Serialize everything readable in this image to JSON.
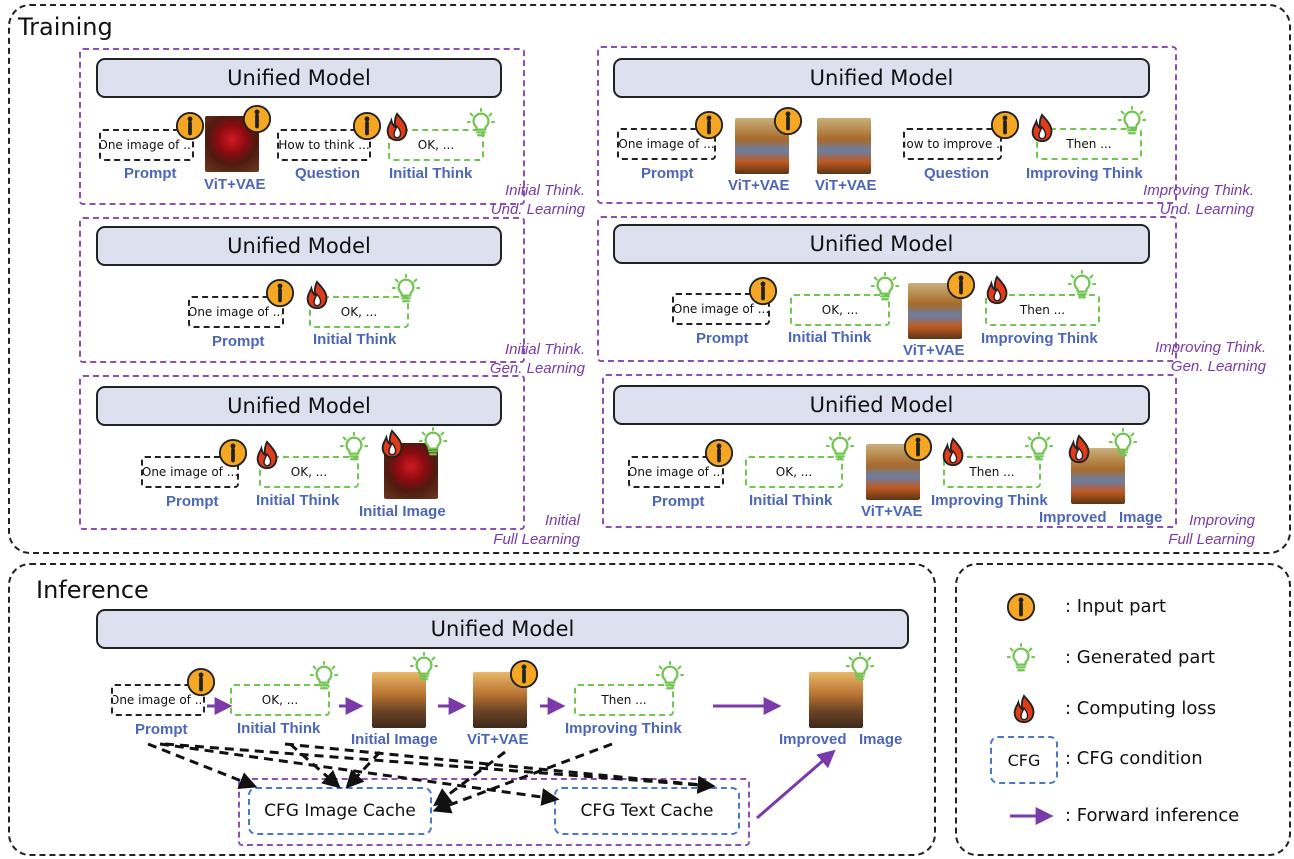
{
  "sections": {
    "training": "Training",
    "inference": "Inference"
  },
  "model_label": "Unified Model",
  "training": {
    "initial_und": {
      "tag": "Initial Think.\nUnd. Learning",
      "prompt_text": "One image of ...",
      "prompt_label": "Prompt",
      "vit_label": "ViT+VAE",
      "question_text": "How to think ...",
      "question_label": "Question",
      "think_text": "OK, ...",
      "think_label": "Initial Think"
    },
    "initial_gen": {
      "tag": "Initial Think.\nGen. Learning",
      "prompt_text": "One image of ...",
      "prompt_label": "Prompt",
      "think_text": "OK, ...",
      "think_label": "Initial Think"
    },
    "initial_full": {
      "tag": "Initial\nFull Learning",
      "prompt_text": "One image of ...",
      "prompt_label": "Prompt",
      "think_text": "OK, ...",
      "think_label": "Initial Think",
      "image_label": "Initial Image"
    },
    "improving_und": {
      "tag": "Improving Think.\nUnd. Learning",
      "prompt_text": "One image of ...",
      "prompt_label": "Prompt",
      "vit1_label": "ViT+VAE",
      "vit2_label": "ViT+VAE",
      "question_text": "How to improve ...",
      "question_label": "Question",
      "think_text": "Then ...",
      "think_label": "Improving Think"
    },
    "improving_gen": {
      "tag": "Improving Think.\nGen. Learning",
      "prompt_text": "One image of ...",
      "prompt_label": "Prompt",
      "think1_text": "OK, ...",
      "think1_label": "Initial Think",
      "vit_label": "ViT+VAE",
      "think2_text": "Then ...",
      "think2_label": "Improving Think"
    },
    "improving_full": {
      "tag": "Improving\nFull Learning",
      "prompt_text": "One image of ...",
      "prompt_label": "Prompt",
      "think1_text": "OK, ...",
      "think1_label": "Initial Think",
      "vit_label": "ViT+VAE",
      "think2_text": "Then ...",
      "think2_label": "Improving Think",
      "image_label": "Improved   Image"
    }
  },
  "inference": {
    "prompt_text": "One image of ...",
    "prompt_label": "Prompt",
    "think1_text": "OK, ...",
    "think1_label": "Initial Think",
    "image1_label": "Initial Image",
    "vit_label": "ViT+VAE",
    "think2_text": "Then ...",
    "think2_label": "Improving Think",
    "final_label": "Improved   Image",
    "cfg_image": "CFG Image Cache",
    "cfg_text": "CFG Text Cache"
  },
  "legend": {
    "input": ": Input part",
    "generated": ": Generated part",
    "loss": ": Computing loss",
    "cfg_box": "CFG",
    "cfg": ": CFG condition",
    "forward": ": Forward inference"
  },
  "colors": {
    "purple": "#8e4fb3",
    "green": "#71c550",
    "blue_label": "#4c66b8",
    "model_fill": "#dde0ee",
    "info_orange": "#f5a623",
    "arrow_purple": "#7a3aa8"
  }
}
